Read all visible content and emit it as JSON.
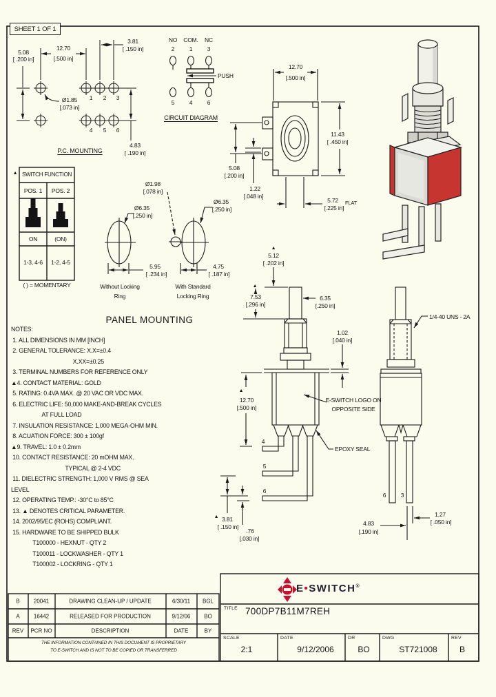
{
  "sheet": {
    "label": "SHEET 1 OF 1"
  },
  "sym": {
    "tri": "▲"
  },
  "pc_mounting": {
    "title": "P.C. MOUNTING",
    "dim_row": {
      "mm": "5.08",
      "inch": "[ .200 in]"
    },
    "dim_pitch_h": {
      "mm": "12.70",
      "inch": "[.500 in]"
    },
    "dim_pitch_small": {
      "mm": "3.81",
      "inch": "[ .150 in]"
    },
    "hole_dia": {
      "mm": "Ø1.85",
      "inch": "[.073 in]"
    },
    "dim_span": {
      "mm": "4.83",
      "inch": "[ .190 in]"
    },
    "hole_numbers": [
      "1",
      "2",
      "3",
      "4",
      "5",
      "6"
    ]
  },
  "circuit": {
    "title": "CIRCUIT DIAGRAM",
    "top_labels": [
      "NO",
      "COM.",
      "NC"
    ],
    "top_pins": [
      "2",
      "1",
      "3"
    ],
    "bottom_pins": [
      "5",
      "4",
      "6"
    ],
    "push_label": "PUSH"
  },
  "top_view": {
    "dim_width": {
      "mm": "12.70",
      "inch": "[.500 in]"
    },
    "dim_height": {
      "mm": "11.43",
      "inch": "[ .450 in]"
    },
    "dim_tab": {
      "mm": "5.08",
      "inch": "[.200 in]"
    },
    "dim_tab_thk": {
      "mm": "1.22",
      "inch": "[.048 in]"
    },
    "dim_flat": {
      "mm": "5.72",
      "inch": "[.225 in]"
    },
    "flat_label": "FLAT"
  },
  "function_table": {
    "header": "SWITCH FUNCTION",
    "col1": "POS. 1",
    "col2": "POS. 2",
    "act1": "ON",
    "act2": "(ON)",
    "conn1": "1-3, 4-6",
    "conn2": "1-2, 4-5",
    "footnote": "( ) = MOMENTARY"
  },
  "panel_mounting": {
    "title": "PANEL MOUNTING",
    "dim_small_hole": {
      "mm": "Ø1.98",
      "inch": "[.078 in]"
    },
    "dim_left_hole": {
      "mm": "Ø6.35",
      "inch": "[.250 in]"
    },
    "dim_right_hole": {
      "mm": "Ø6.35",
      "inch": "[.250 in]"
    },
    "dim_left_flat": {
      "mm": "5.95",
      "inch": "[ .234 in]"
    },
    "dim_right_flat": {
      "mm": "4.75",
      "inch": "[ .187 in]"
    },
    "left_caption_1": "Without Locking",
    "left_caption_2": "Ring",
    "right_caption_1": "With Standard",
    "right_caption_2": "Locking Ring"
  },
  "notes": {
    "lines": [
      "NOTES:",
      " 1. ALL DIMENSIONS IN MM [INCH]",
      " 2. GENERAL TOLERANCE: X.X=±0.4",
      "                                        X.XX=±0.25",
      " 3. TERMINAL NUMBERS FOR REFERENCE ONLY",
      "▲4. CONTACT MATERIAL: GOLD",
      " 5. RATING: 0.4VA MAX. @ 20 VAC OR VDC MAX.",
      " 6. ELECTRIC LIFE: 50,000 MAKE-AND-BREAK CYCLES",
      "                    AT FULL LOAD",
      " 7. INSULATION RESISTANCE: 1,000 MEGA-OHM MIN.",
      " 8. ACUATION FORCE: 300 ± 100gf",
      "▲9. TRAVEL: 1.0 ± 0.2mm",
      " 10. CONTACT RESISTANCE: 20 mOHM MAX.",
      "                                   TYPICAL @ 2-4 VDC",
      " 11. DIELECTRIC STRENGTH: 1,000 V RMS @ SEA",
      "LEVEL",
      " 12. OPERATING TEMP.: -30°C to 85°C",
      " 13. ▲ DENOTES CRITICAL PARAMETER.",
      " 14. 2002/95/EC (ROHS) COMPLIANT.",
      " 15. HARDWARE TO BE SHIPPED BULK",
      "              T100000 - HEXNUT - QTY 2",
      "              T100011 - LOCKWASHER - QTY 1",
      "              T100002 - LOCKRING - QTY 1"
    ]
  },
  "front_view": {
    "dim_travel": {
      "mm": "5.12",
      "inch": "[ .202 in]"
    },
    "dim_bushing": {
      "mm": "7.53",
      "inch": "[.296 in]"
    },
    "dim_plunger": {
      "mm": "6.35",
      "inch": "[.250 in]"
    },
    "dim_panel": {
      "mm": "1.02",
      "inch": "[.040 in]"
    },
    "dim_body": {
      "mm": "12.70",
      "inch": "[.500 in]"
    },
    "dim_pitch": {
      "mm": "3.81",
      "inch": "[ .150 in]"
    },
    "dim_thk": {
      "mm": ".76",
      "inch": "[.030 in]"
    },
    "terminals": [
      "4",
      "5",
      "6"
    ],
    "logo_note_1": "E-SWITCH LOGO ON",
    "logo_note_2": "OPPOSITE SIDE",
    "epoxy_label": "EPOXY SEAL"
  },
  "side_view": {
    "thread_label": "1/4-40 UNS - 2A",
    "terminals": [
      "6",
      "3"
    ],
    "dim_span": {
      "mm": "4.83",
      "inch": "[.190 in]"
    },
    "dim_thk": {
      "mm": "1.27",
      "inch": "[ .050 in]"
    }
  },
  "revision_table": {
    "rows": [
      {
        "rev": "B",
        "pcr": "20041",
        "desc": "DRAWING CLEAN-UP / UPDATE",
        "date": "6/30/11",
        "by": "BGL"
      },
      {
        "rev": "A",
        "pcr": "16442",
        "desc": "RELEASED FOR PRODUCTION",
        "date": "9/12/06",
        "by": "BO"
      },
      {
        "rev": "REV",
        "pcr": "PCR NO",
        "desc": "DESCRIPTION",
        "date": "DATE",
        "by": "BY"
      }
    ],
    "proprietary_1": "THE INFORMATION CONTAINED IN THIS DOCUMENT IS PROPRIETARY",
    "proprietary_2": "TO E-SWITCH AND IS NOT TO BE COPIED OR TRANSFERRED"
  },
  "title_block": {
    "brand_left": "E",
    "brand_dot": "•",
    "brand_right": "SWITCH",
    "brand_reg": "®",
    "title_label": "TITLE",
    "title_value": "700DP7B11M7REH",
    "scale_label": "SCALE",
    "scale_value": "2:1",
    "date_label": "DATE",
    "date_value": "9/12/2006",
    "dr_label": "DR",
    "dr_value": "BO",
    "dwg_label": "DWG",
    "dwg_value": "ST721008",
    "rev_label": "REV",
    "rev_value": "B"
  },
  "colors": {
    "paper": "#FBFBEE",
    "ink": "#1a1a1a",
    "accent_red": "#C8102E",
    "switch_red": "#C63530"
  }
}
